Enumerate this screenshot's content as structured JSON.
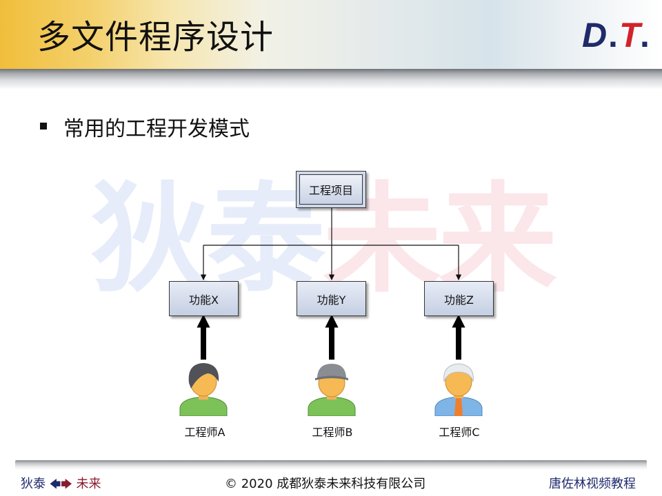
{
  "title": "多文件程序设计",
  "logo": {
    "letters": [
      "D",
      ".",
      "T",
      "."
    ],
    "colors": {
      "navy": "#1f2a6b",
      "red": "#d2232a"
    }
  },
  "bullet": "常用的工程开发模式",
  "watermark": {
    "part1": "狄泰",
    "part2": "未来"
  },
  "diagram": {
    "root": "工程项目",
    "functions": [
      "功能X",
      "功能Y",
      "功能Z"
    ],
    "engineers": [
      "工程师A",
      "工程师B",
      "工程师C"
    ]
  },
  "footer": {
    "left_part1": "狄泰",
    "left_part2": "未来",
    "left_arrow_left": "🡄",
    "left_arrow_right": "🡆",
    "left_arrows_colors": {
      "left": "#1f2a6b",
      "right": "#8b1a2e"
    },
    "center": "© 2020 成都狄泰未来科技有限公司",
    "right": "唐佐林视频教程"
  }
}
